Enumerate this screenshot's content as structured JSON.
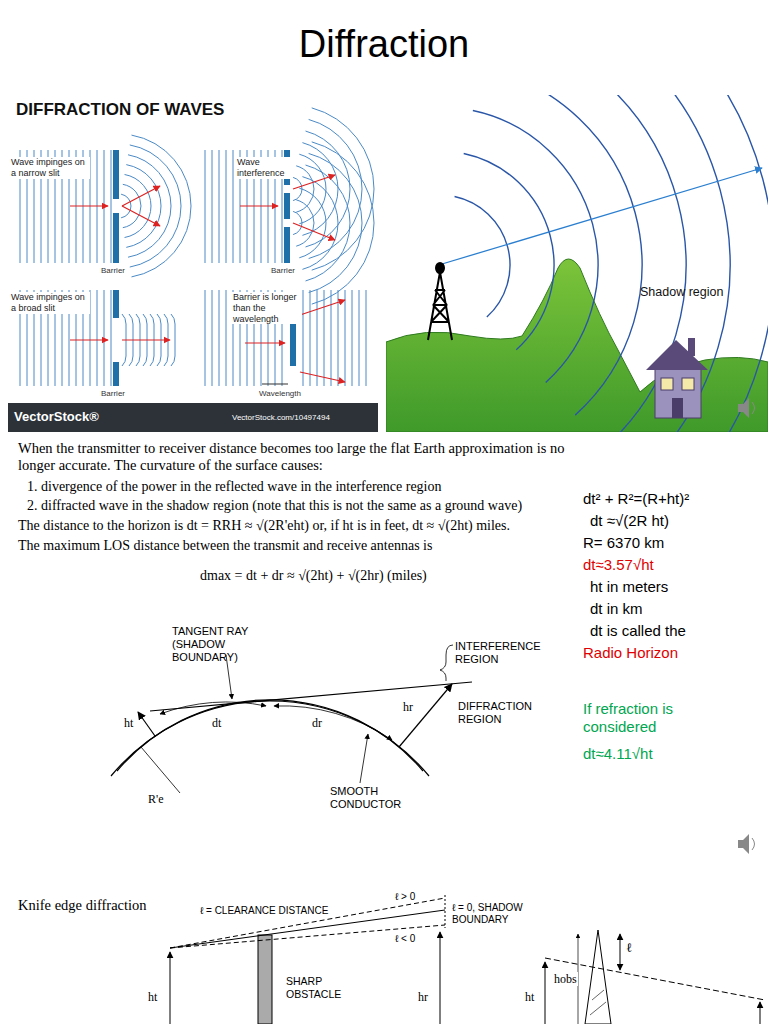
{
  "diagram": {
    "title": "Diffraction",
    "labels": [
      "DIFFRACTION OF WAVES",
      "Wave impinges on a narrow slit",
      "Wave interference",
      "Barrier",
      "Barrier",
      "Wave impinges on a broad slit",
      "Barrier is longer than the wavelength",
      "Barrier",
      "Wavelength",
      "VectorStock®",
      "VectorStock.com/10497494",
      "Shadow region",
      "When the transmitter to receiver distance becomes too large the flat Earth approximation is no longer accurate. The curvature of the surface causes:",
      "1. divergence of the power in the reflected wave in the interference region",
      "2. diffracted wave in the shadow region (note that this is not the same as a ground wave)",
      "The distance to the horizon is dt = RRH ≈ √(2R'eht) or, if ht is in feet, dt ≈ √(2ht) miles.",
      "The maximum LOS distance between the transmit and receive antennas is",
      "dmax = dt + dr ≈ √(2ht) + √(2hr) (miles)",
      "dt² + R²=(R+ht)²",
      "dt ≈√(2R ht)",
      "R= 6370 km",
      "dt≈3.57√ht",
      "ht in meters",
      "dt in km",
      "dt is called the",
      "Radio Horizon",
      "If refraction is considered",
      "dt≈4.11√ht",
      "TANGENT RAY (SHADOW BOUNDARY)",
      "INTERFERENCE REGION",
      "DIFFRACTION REGION",
      "SMOOTH CONDUCTOR",
      "ht",
      "dt",
      "dr",
      "hr",
      "R'e",
      "Knife edge diffraction",
      "ℓ = CLEARANCE DISTANCE",
      "ℓ > 0",
      "ℓ < 0",
      "ℓ = 0, SHADOW BOUNDARY",
      "SHARP OBSTACLE",
      "ht",
      "hr",
      "ht",
      "hobs",
      "ℓ"
    ]
  }
}
